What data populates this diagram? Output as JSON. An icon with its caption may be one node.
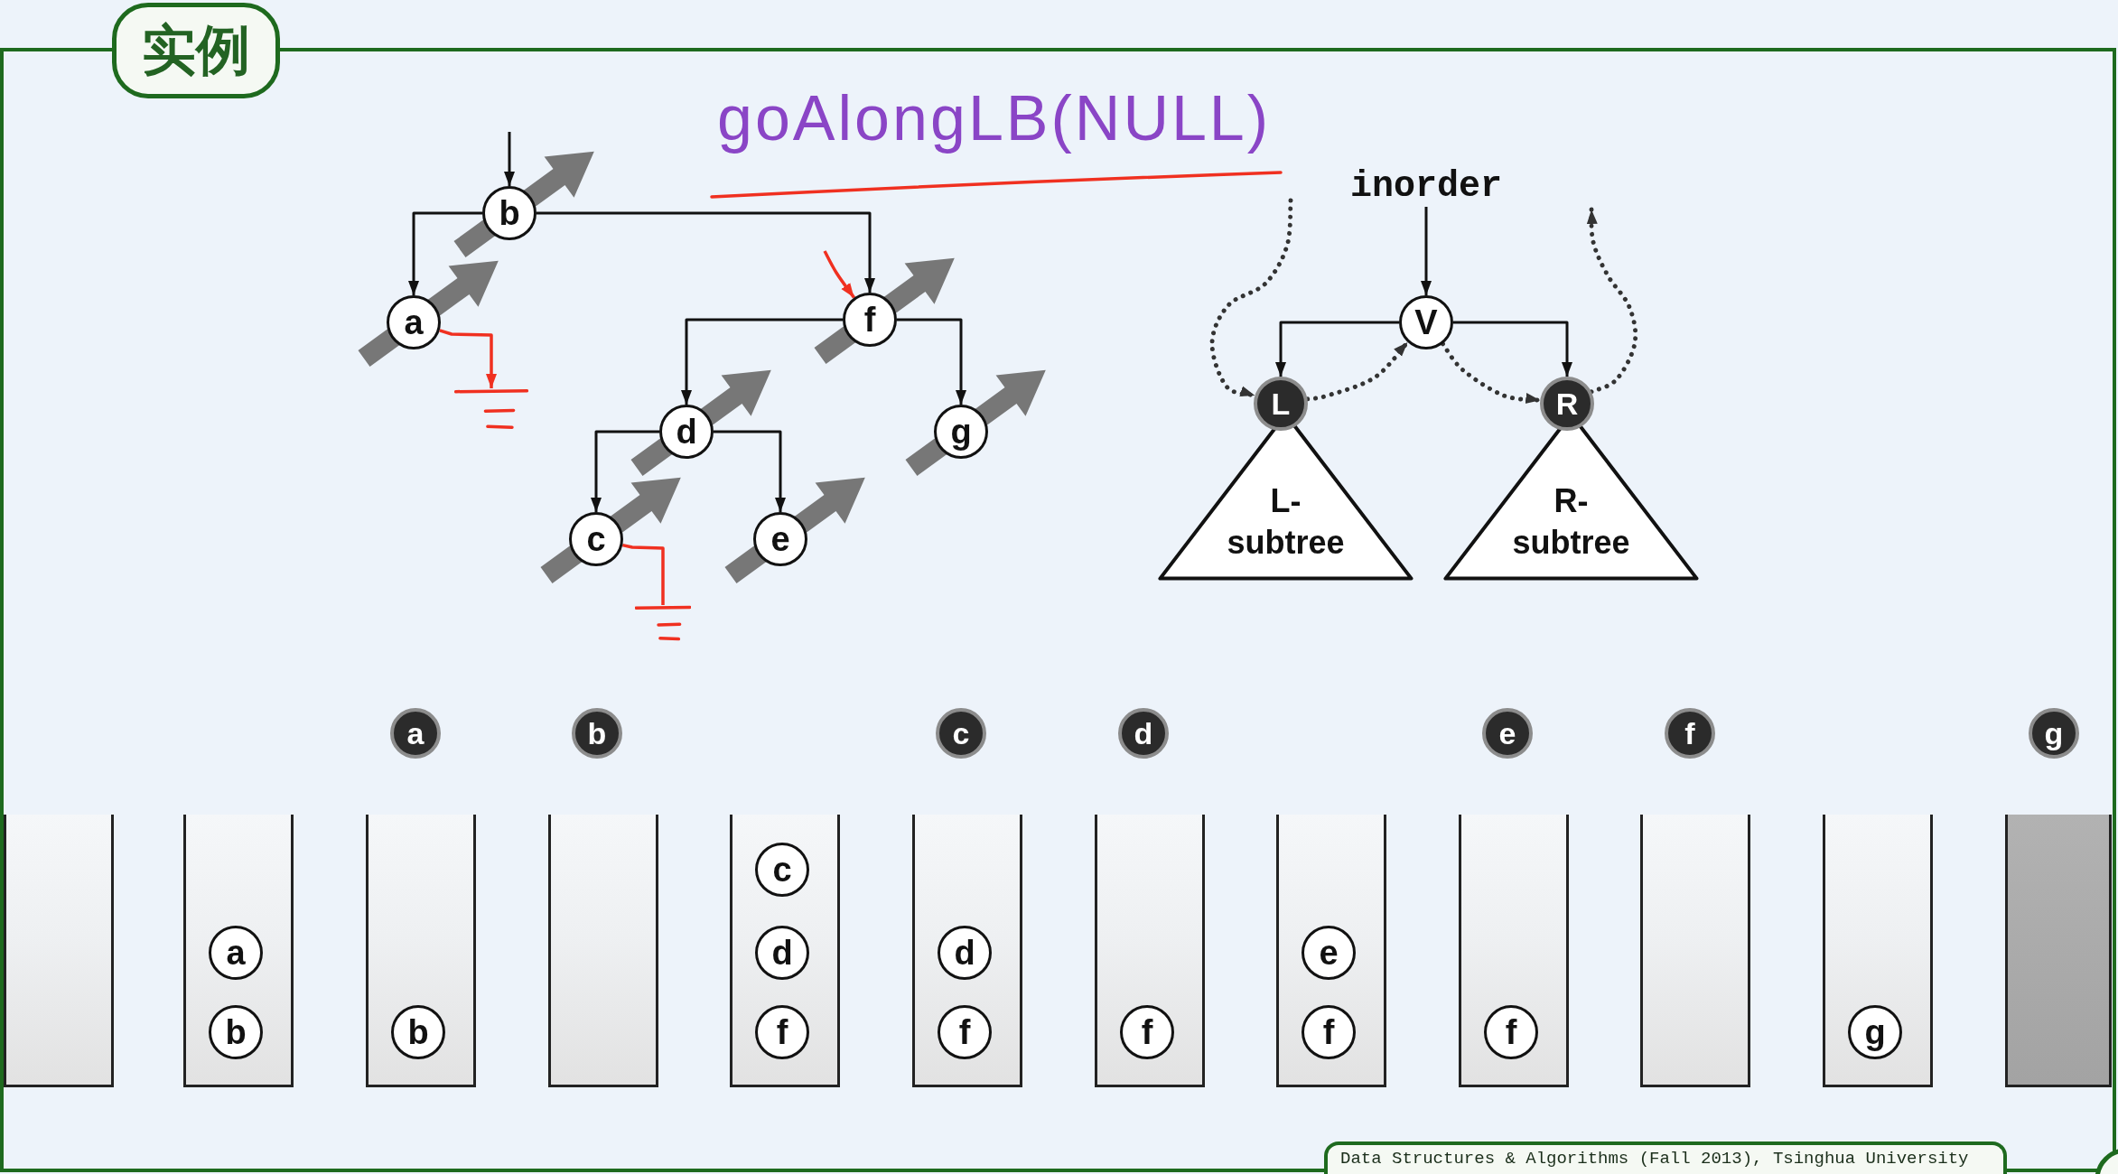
{
  "diagram": {
    "title": "实例",
    "caption": "Data Structures & Algorithms (Fall 2013), Tsinghua University",
    "nodes": [
      {
        "text": [
          "b"
        ]
      },
      {
        "text": [
          "a"
        ]
      },
      {
        "text": [
          "f"
        ]
      },
      {
        "text": [
          "d"
        ]
      },
      {
        "text": [
          "g"
        ]
      },
      {
        "text": [
          "c"
        ]
      },
      {
        "text": [
          "e"
        ]
      },
      {
        "text": [],
        "shape": "ground"
      },
      {
        "text": [],
        "shape": "ground"
      },
      {
        "text": [
          "inorder"
        ]
      },
      {
        "text": [
          "V"
        ]
      },
      {
        "text": [
          "L"
        ]
      },
      {
        "text": [
          "R"
        ]
      },
      {
        "text": [
          "L- subtree"
        ]
      },
      {
        "text": [
          "R- subtree"
        ]
      },
      {
        "text": [
          "a"
        ]
      },
      {
        "text": [
          "b"
        ]
      },
      {
        "text": [
          "c"
        ]
      },
      {
        "text": [
          "d"
        ]
      },
      {
        "text": [
          "e"
        ]
      },
      {
        "text": [
          "f"
        ]
      },
      {
        "text": [
          "g"
        ]
      },
      {
        "text": [],
        "shape": "box"
      },
      {
        "text": [],
        "shape": "box"
      },
      {
        "text": [
          "a"
        ],
        "in": 23
      },
      {
        "text": [
          "b"
        ],
        "in": 23
      },
      {
        "text": [],
        "shape": "box"
      },
      {
        "text": [
          "b"
        ],
        "in": 26
      },
      {
        "text": [],
        "shape": "box"
      },
      {
        "text": [],
        "shape": "box"
      },
      {
        "text": [
          "c"
        ],
        "in": 29
      },
      {
        "text": [
          "d"
        ],
        "in": 29
      },
      {
        "text": [
          "f"
        ],
        "in": 29
      },
      {
        "text": [],
        "shape": "box"
      },
      {
        "text": [
          "d"
        ],
        "in": 33
      },
      {
        "text": [
          "f"
        ],
        "in": 33
      },
      {
        "text": [],
        "shape": "box"
      },
      {
        "text": [
          "f"
        ],
        "in": 36
      },
      {
        "text": [],
        "shape": "box"
      },
      {
        "text": [
          "e"
        ],
        "in": 38
      },
      {
        "text": [
          "f"
        ],
        "in": 38
      },
      {
        "text": [],
        "shape": "box"
      },
      {
        "text": [
          "f"
        ],
        "in": 41
      },
      {
        "text": [],
        "shape": "box"
      },
      {
        "text": [],
        "shape": "box"
      },
      {
        "text": [
          "g"
        ],
        "in": 44
      },
      {
        "text": [],
        "shape": "box"
      }
    ],
    "edges": [
      {
        "from": null,
        "to": 0,
        "arrow": "to"
      },
      {
        "from": 0,
        "to": 1,
        "arrow": "to"
      },
      {
        "from": 0,
        "to": 2,
        "arrow": "to"
      },
      {
        "from": 2,
        "to": 3,
        "arrow": "to"
      },
      {
        "from": 2,
        "to": 4,
        "arrow": "to"
      },
      {
        "from": 3,
        "to": 5,
        "arrow": "to"
      },
      {
        "from": 3,
        "to": 6,
        "arrow": "to"
      },
      {
        "from": null,
        "to": 2,
        "arrow": "to",
        "color": "#f03020"
      },
      {
        "from": 1,
        "to": 7,
        "arrow": "to",
        "color": "#f03020"
      },
      {
        "from": 5,
        "to": 8,
        "arrow": "none",
        "color": "#f03020"
      },
      {
        "from": 9,
        "to": 10,
        "arrow": "to"
      },
      {
        "from": 10,
        "to": 11,
        "arrow": "to"
      },
      {
        "from": 10,
        "to": 12,
        "arrow": "to"
      },
      {
        "from": null,
        "to": 11,
        "arrow": "to",
        "style": "dashed"
      },
      {
        "from": 11,
        "to": 10,
        "arrow": "to",
        "style": "dashed"
      },
      {
        "from": 10,
        "to": 12,
        "arrow": "to",
        "style": "dashed"
      },
      {
        "from": 12,
        "to": null,
        "arrow": "to",
        "style": "dashed"
      }
    ],
    "labels": [
      "goAlongLB(NULL)"
    ]
  }
}
